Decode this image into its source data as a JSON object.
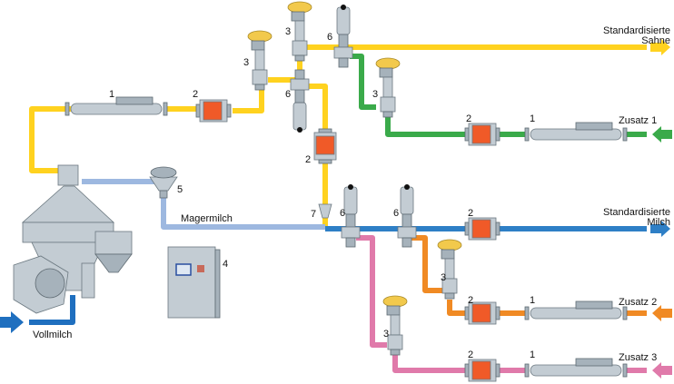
{
  "colors": {
    "cream": "#ffd21f",
    "skim_milk": "#9db8e0",
    "standardized_milk": "#2e7fc6",
    "whole_milk": "#1f6fbf",
    "additive_1": "#3aaa4a",
    "additive_2": "#f08a24",
    "additive_3": "#e07aaa",
    "pump": "#f05a28",
    "steel": "#c3ccd3"
  },
  "labels": {
    "outlet_cream": [
      "Standardisierte",
      "Sahne"
    ],
    "outlet_milk": [
      "Standardisierte",
      "Milch"
    ],
    "skim_milk": "Magermilch",
    "whole_milk": "Vollmilch",
    "additive_1": "Zusatz 1",
    "additive_2": "Zusatz 2",
    "additive_3": "Zusatz 3"
  },
  "component_numbers": {
    "flowmeter": "1",
    "pump": "2",
    "control_valve": "3",
    "control_cabinet": "4",
    "sight_device": "5",
    "shutoff_valve": "6",
    "check_valve": "7"
  }
}
